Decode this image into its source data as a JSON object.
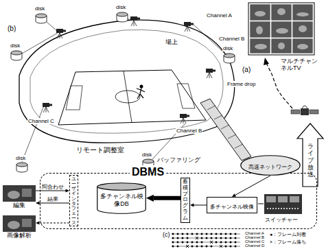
{
  "diagram": {
    "nodes": [
      {
        "text": [
          "DBMS"
        ]
      },
      {
        "text": [
          "ユーザインタフェース"
        ],
        "in": 0
      },
      {
        "text": [
          "多チャンネル映像DB"
        ],
        "in": 0
      },
      {
        "text": [
          "蓄積プログラム"
        ],
        "in": 0
      },
      {
        "text": [
          "多チャンネル映像"
        ],
        "in": 0
      },
      {
        "text": [
          "編集"
        ]
      },
      {
        "text": [
          "画像解析"
        ]
      },
      {
        "text": [
          "高速ネットワーク"
        ]
      }
    ],
    "edges": [
      {
        "from": 5,
        "to": 1,
        "label": "問合わせ",
        "arrow": "to"
      },
      {
        "from": 1,
        "to": 5,
        "label": "結果",
        "arrow": "to"
      },
      {
        "from": 1,
        "to": 6,
        "arrow": "to"
      },
      {
        "from": 3,
        "to": 2,
        "arrow": "to"
      },
      {
        "from": 4,
        "to": 3,
        "arrow": "to"
      },
      {
        "from": 7,
        "to": 4,
        "arrow": "to"
      }
    ],
    "labels": [
      "(b)",
      "disk",
      "disk",
      "Channel A",
      "場上",
      "Channel B",
      "disk",
      "disk",
      "(a)",
      "マルチチャンネルTV",
      "Frame drop",
      "Channel C",
      "Channel B",
      "disk",
      "disk",
      "リモート調整室",
      "バッファリング",
      "ライブ放送",
      "スイッチャー",
      "(c)",
      "Channel A",
      "Channel B",
      "Channel C",
      "Channel D",
      "●：フレーム到着",
      "×：フレーム落ち"
    ]
  }
}
